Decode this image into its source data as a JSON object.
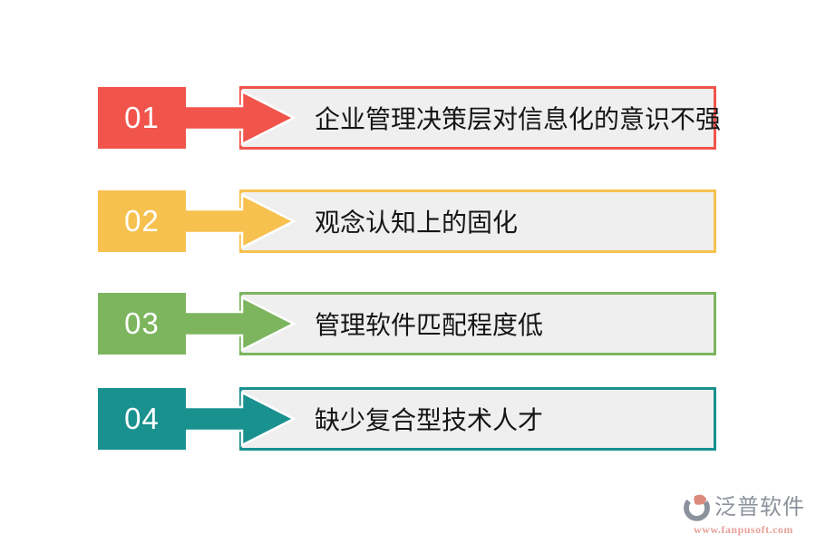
{
  "rows": [
    {
      "number": "01",
      "label": "企业管理决策层对信息化的意识不强",
      "color": "#F1544B"
    },
    {
      "number": "02",
      "label": "观念认知上的固化",
      "color": "#F7C14F"
    },
    {
      "number": "03",
      "label": "管理软件匹配程度低",
      "color": "#7CB55E"
    },
    {
      "number": "04",
      "label": "缺少复合型技术人才",
      "color": "#19918F"
    }
  ],
  "colors": {
    "box_bg": "#F0EFEF",
    "label_text": "#151515",
    "number_text": "#FFFFFF"
  },
  "watermark": {
    "brand": "泛普软件",
    "url": "www.fanpusoft.com",
    "brand_color": "#8C929C",
    "url_color": "#E7A199",
    "logo_gray": "#8C929C",
    "logo_salmon": "#DD8A7C"
  }
}
